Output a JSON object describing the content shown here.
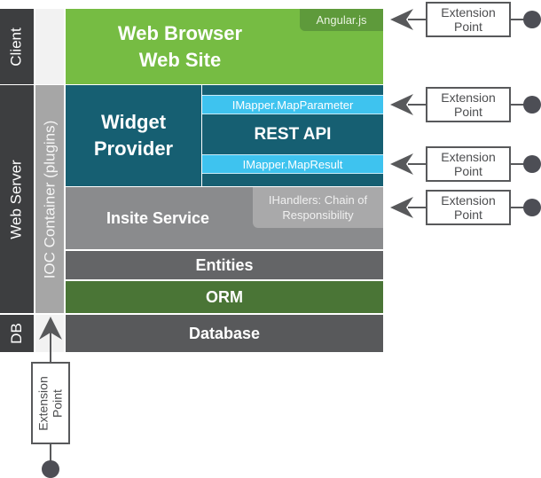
{
  "tiers": {
    "client": "Client",
    "web_server": "Web Server",
    "db": "DB"
  },
  "ioc_container": "IOC Container (plugins)",
  "layers": {
    "web_browser": [
      "Web Browser",
      "Web Site"
    ],
    "angular": "Angular.js",
    "widget_provider": [
      "Widget",
      "Provider"
    ],
    "map_parameter": "IMapper.MapParameter",
    "rest_api": "REST API",
    "map_result": "IMapper.MapResult",
    "insite_service": "Insite Service",
    "ihandlers": [
      "IHandlers: Chain of",
      "Responsibility"
    ],
    "entities": "Entities",
    "orm": "ORM",
    "database": "Database"
  },
  "extension_points": [
    {
      "label": [
        "Extension",
        "Point"
      ],
      "target": "Angular.js"
    },
    {
      "label": [
        "Extension",
        "Point"
      ],
      "target": "IMapper.MapParameter"
    },
    {
      "label": [
        "Extension",
        "Point"
      ],
      "target": "IMapper.MapResult"
    },
    {
      "label": [
        "Extension",
        "Point"
      ],
      "target": "IHandlers: Chain of Responsibility"
    },
    {
      "label": [
        "Extension",
        "Point"
      ],
      "target": "IOC Container (plugins)"
    }
  ],
  "colors": {
    "tier": "#3d3e40",
    "web_browser": "#76bc43",
    "angular": "#5e9a3b",
    "widget_provider": "#165f72",
    "mapper": "#3ec3ef",
    "insite_service": "#8a8b8d",
    "ihandlers": "#a9a9aa",
    "entities": "#646567",
    "orm": "#4a7536",
    "database": "#58595b",
    "ioc": "#a6a6a6",
    "connector": "#58595b"
  }
}
